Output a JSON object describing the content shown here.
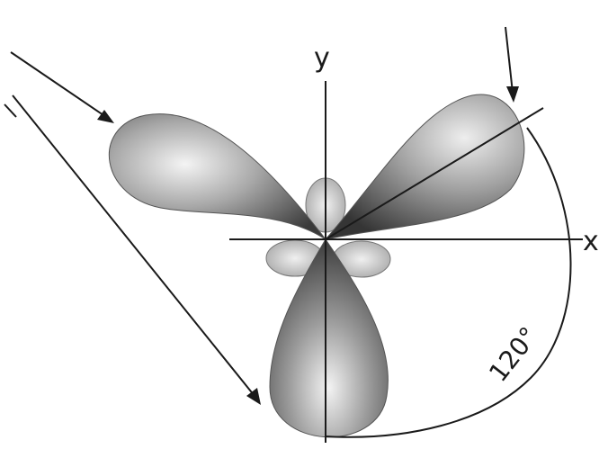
{
  "axes": {
    "x_label": "x",
    "y_label": "y"
  },
  "angle": {
    "label": "120°"
  },
  "colors": {
    "lobe_light": "#f2f2f2",
    "lobe_dark": "#3a3a3a",
    "line": "#1a1a1a"
  }
}
